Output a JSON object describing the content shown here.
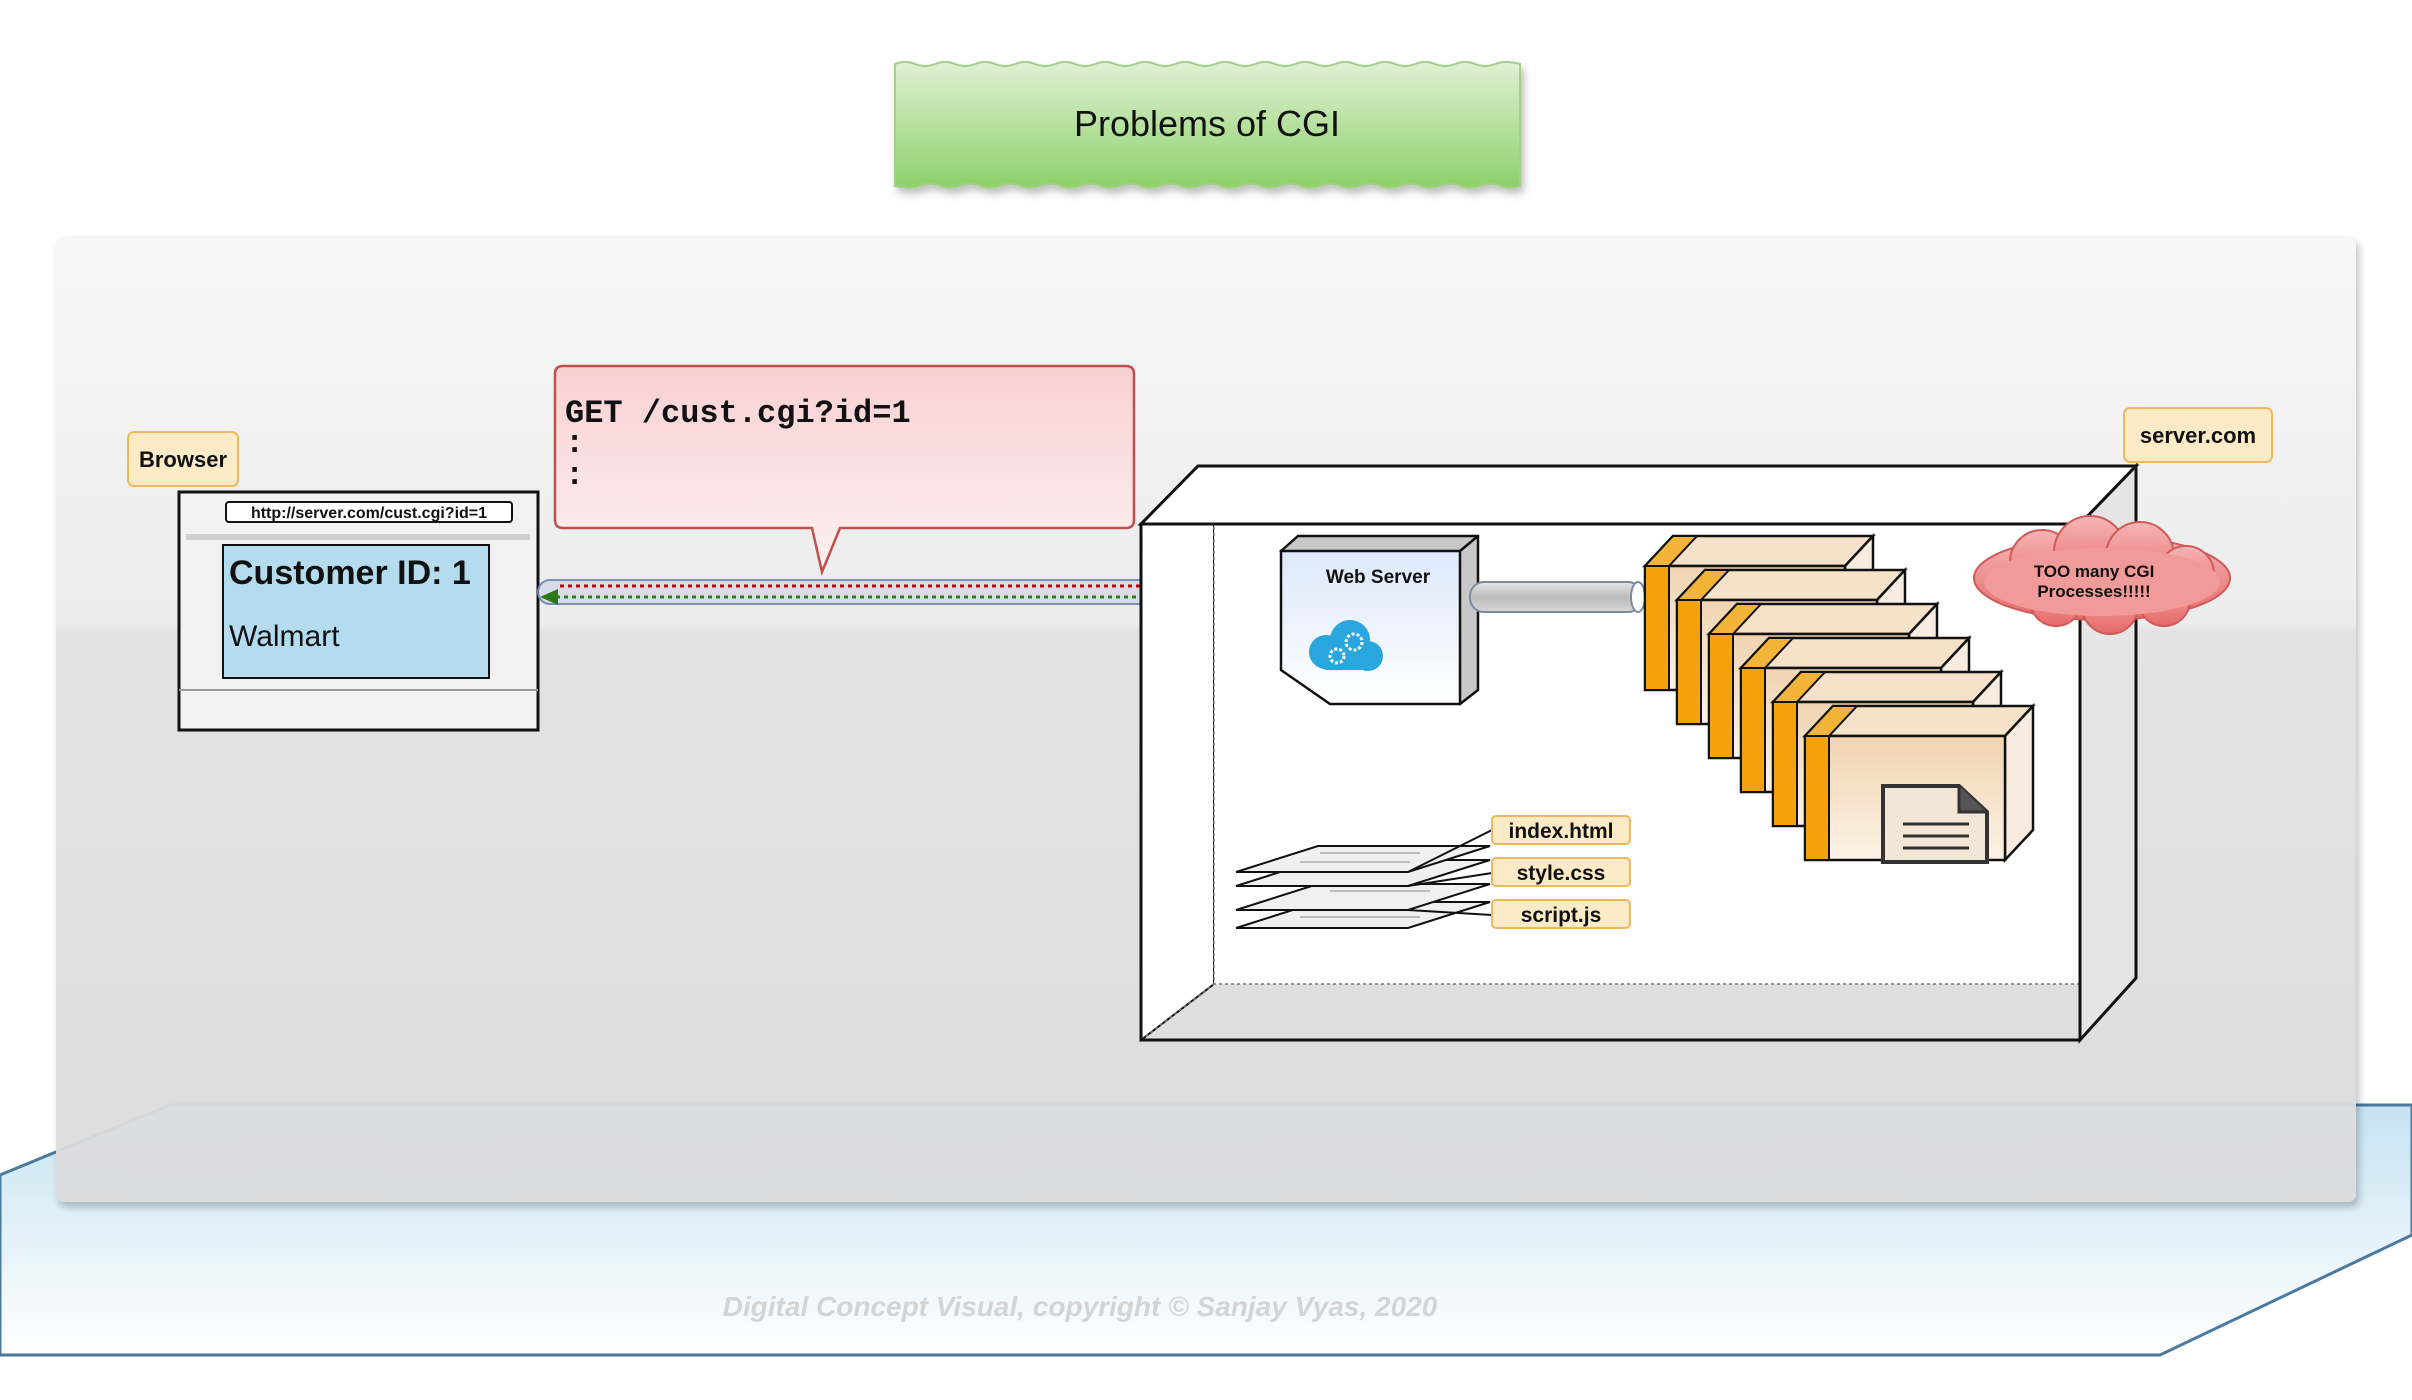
{
  "title": "Problems of CGI",
  "browser": {
    "label": "Browser",
    "url": "http://server.com/cust.cgi?id=1",
    "page_heading": "Customer ID: 1",
    "page_text": "Walmart"
  },
  "request_callout": {
    "line1": "GET /cust.cgi?id=1",
    "line2": ":",
    "line3": ":"
  },
  "server": {
    "label": "server.com",
    "web_server_label": "Web Server",
    "cloud_text_line1": "TOO many CGI",
    "cloud_text_line2": "Processes!!!!!"
  },
  "files": [
    "index.html",
    "style.css",
    "script.js"
  ],
  "cgi_process_count": 6,
  "footer": "Digital Concept Visual, copyright © Sanjay Vyas, 2020",
  "colors": {
    "title_fill": "#9fd77f",
    "callout_fill": "#fadadc",
    "callout_border": "#c0504d",
    "label_fill": "#fdebc8",
    "label_border": "#f0b85c",
    "browser_content": "#b4dcee",
    "web_server_fill": "#e6eefc",
    "gear": "#29a6dd",
    "process_front": "#f6e2c8",
    "process_side": "#f5a20a",
    "cloud": "#ee8a8a",
    "request_arrow": "#c00000",
    "response_arrow": "#2a7a1a"
  }
}
